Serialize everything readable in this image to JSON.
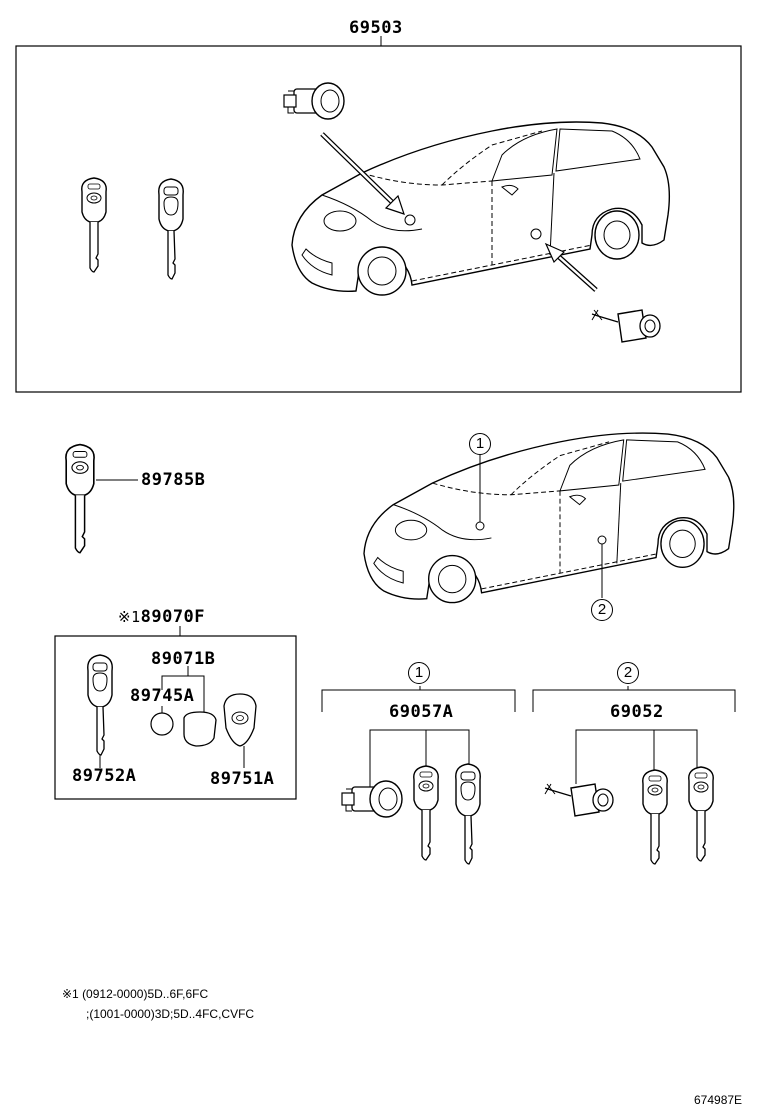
{
  "parts": {
    "set_main": "69503",
    "key_blank": "89785B",
    "transmitter_set": "89070F",
    "transmitter_set_mark": "※1",
    "housing_sub": "89071B",
    "battery": "89745A",
    "key_blade": "89752A",
    "transmitter_case": "89751A",
    "cylinder_set_ignition": "69057A",
    "cylinder_set_door": "69052"
  },
  "callouts": {
    "c1": "1",
    "c2": "2"
  },
  "notes": {
    "line1": "※1  (0912-0000)5D..6F,6FC",
    "line2": ";(1001-0000)3D;5D..4FC,CVFC"
  },
  "ref_code": "674987E",
  "icons": [
    "car-outline-icon",
    "ignition-cylinder-icon",
    "door-lock-cylinder-icon",
    "key-icon",
    "transmitter-key-icon",
    "battery-icon"
  ]
}
